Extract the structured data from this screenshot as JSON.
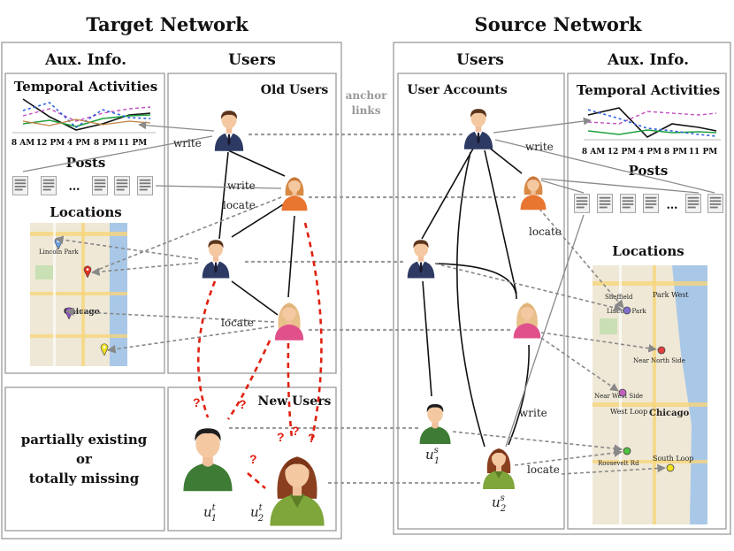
{
  "target": {
    "title": "Target Network",
    "aux_header": "Aux. Info.",
    "users_header": "Users",
    "temporal_label": "Temporal Activities",
    "posts_label": "Posts",
    "ellipsis": "…",
    "locations_label": "Locations",
    "old_users_label": "Old Users",
    "new_users_label": "New Users",
    "missing_line1": "partially existing",
    "missing_line2": "or",
    "missing_line3": "totally missing",
    "user_new_1": "u",
    "user_new_1_sup": "t",
    "user_new_1_sub": "1",
    "user_new_2": "u",
    "user_new_2_sup": "t",
    "user_new_2_sub": "2"
  },
  "source": {
    "title": "Source Network",
    "users_header": "Users",
    "aux_header": "Aux. Info.",
    "accounts_label": "User Accounts",
    "temporal_label": "Temporal Activities",
    "posts_label": "Posts",
    "ellipsis": "…",
    "locations_label": "Locations",
    "user_1": "u",
    "user_1_sup": "s",
    "user_1_sub": "1",
    "user_2": "u",
    "user_2_sup": "s",
    "user_2_sub": "2"
  },
  "anchor_line1": "anchor",
  "anchor_line2": "links",
  "edge_labels": {
    "write": "write",
    "locate": "locate"
  },
  "question_mark": "?",
  "time_ticks": [
    "8 AM",
    "12 PM",
    "4 PM",
    "8 PM",
    "11 PM"
  ],
  "map_labels": {
    "park_west": "Park West",
    "lincoln_park": "Lincoln Park",
    "sheffield": "Sheffield",
    "near_north": "Near North Side",
    "near_west": "Near West Side",
    "west_loop": "West Loop",
    "chicago": "Chicago",
    "south_loop": "South Loop",
    "roosevelt": "Roosevelt Rd"
  },
  "colors": {
    "red_edge": "#e02010",
    "anchor_dots": "#999999",
    "box_border": "#9a9a9a",
    "man_shirt": "#2d3a63",
    "green_shirt": "#3e7b35",
    "woman_top_orange": "#e87530",
    "woman_top_pink": "#e0508a",
    "woman_top_green": "#7fa63a"
  }
}
